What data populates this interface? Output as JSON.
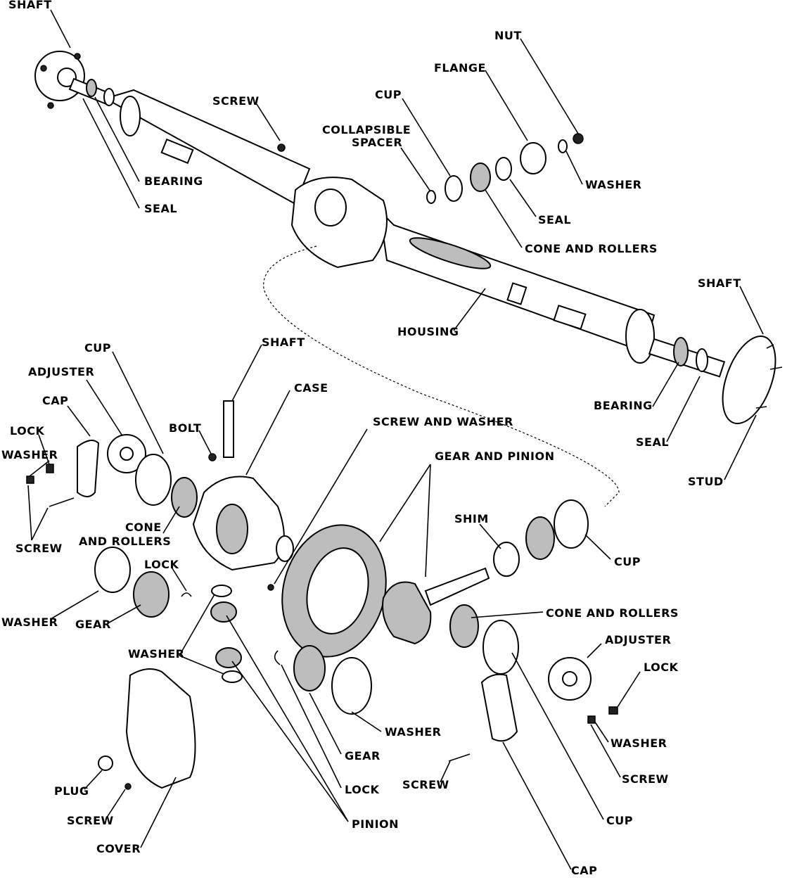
{
  "labels": {
    "shaft_top_left": "SHAFT",
    "nut": "NUT",
    "flange": "FLANGE",
    "cup_top": "CUP",
    "screw_top": "SCREW",
    "collapsible_spacer_1": "COLLAPSIBLE",
    "collapsible_spacer_2": "SPACER",
    "washer_top": "WASHER",
    "bearing_left": "BEARING",
    "seal_left": "SEAL",
    "seal_top": "SEAL",
    "cone_rollers_top": "CONE AND ROLLERS",
    "shaft_right": "SHAFT",
    "housing": "HOUSING",
    "cup_left": "CUP",
    "shaft_mid": "SHAFT",
    "adjuster_left": "ADJUSTER",
    "case": "CASE",
    "cap_left": "CAP",
    "bearing_right": "BEARING",
    "screw_and_washer": "SCREW AND WASHER",
    "bolt": "BOLT",
    "lock_left": "LOCK",
    "seal_right": "SEAL",
    "washer_left": "WASHER",
    "gear_and_pinion": "GEAR AND PINION",
    "stud": "STUD",
    "cone_rollers_left_1": "CONE",
    "cone_rollers_left_2": "AND ROLLERS",
    "shim": "SHIM",
    "screw_left": "SCREW",
    "lock_mid": "LOCK",
    "cup_right": "CUP",
    "washer_far_left": "WASHER",
    "gear_left": "GEAR",
    "cone_rollers_right": "CONE AND ROLLERS",
    "adjuster_right": "ADJUSTER",
    "washer_mid": "WASHER",
    "lock_right": "LOCK",
    "washer_lower": "WASHER",
    "washer_right": "WASHER",
    "gear_lower": "GEAR",
    "screw_right": "SCREW",
    "plug": "PLUG",
    "lock_lower": "LOCK",
    "screw_lower_mid": "SCREW",
    "screw_lower_left": "SCREW",
    "cup_lower": "CUP",
    "pinion": "PINION",
    "cover": "COVER",
    "cap_lower": "CAP"
  }
}
